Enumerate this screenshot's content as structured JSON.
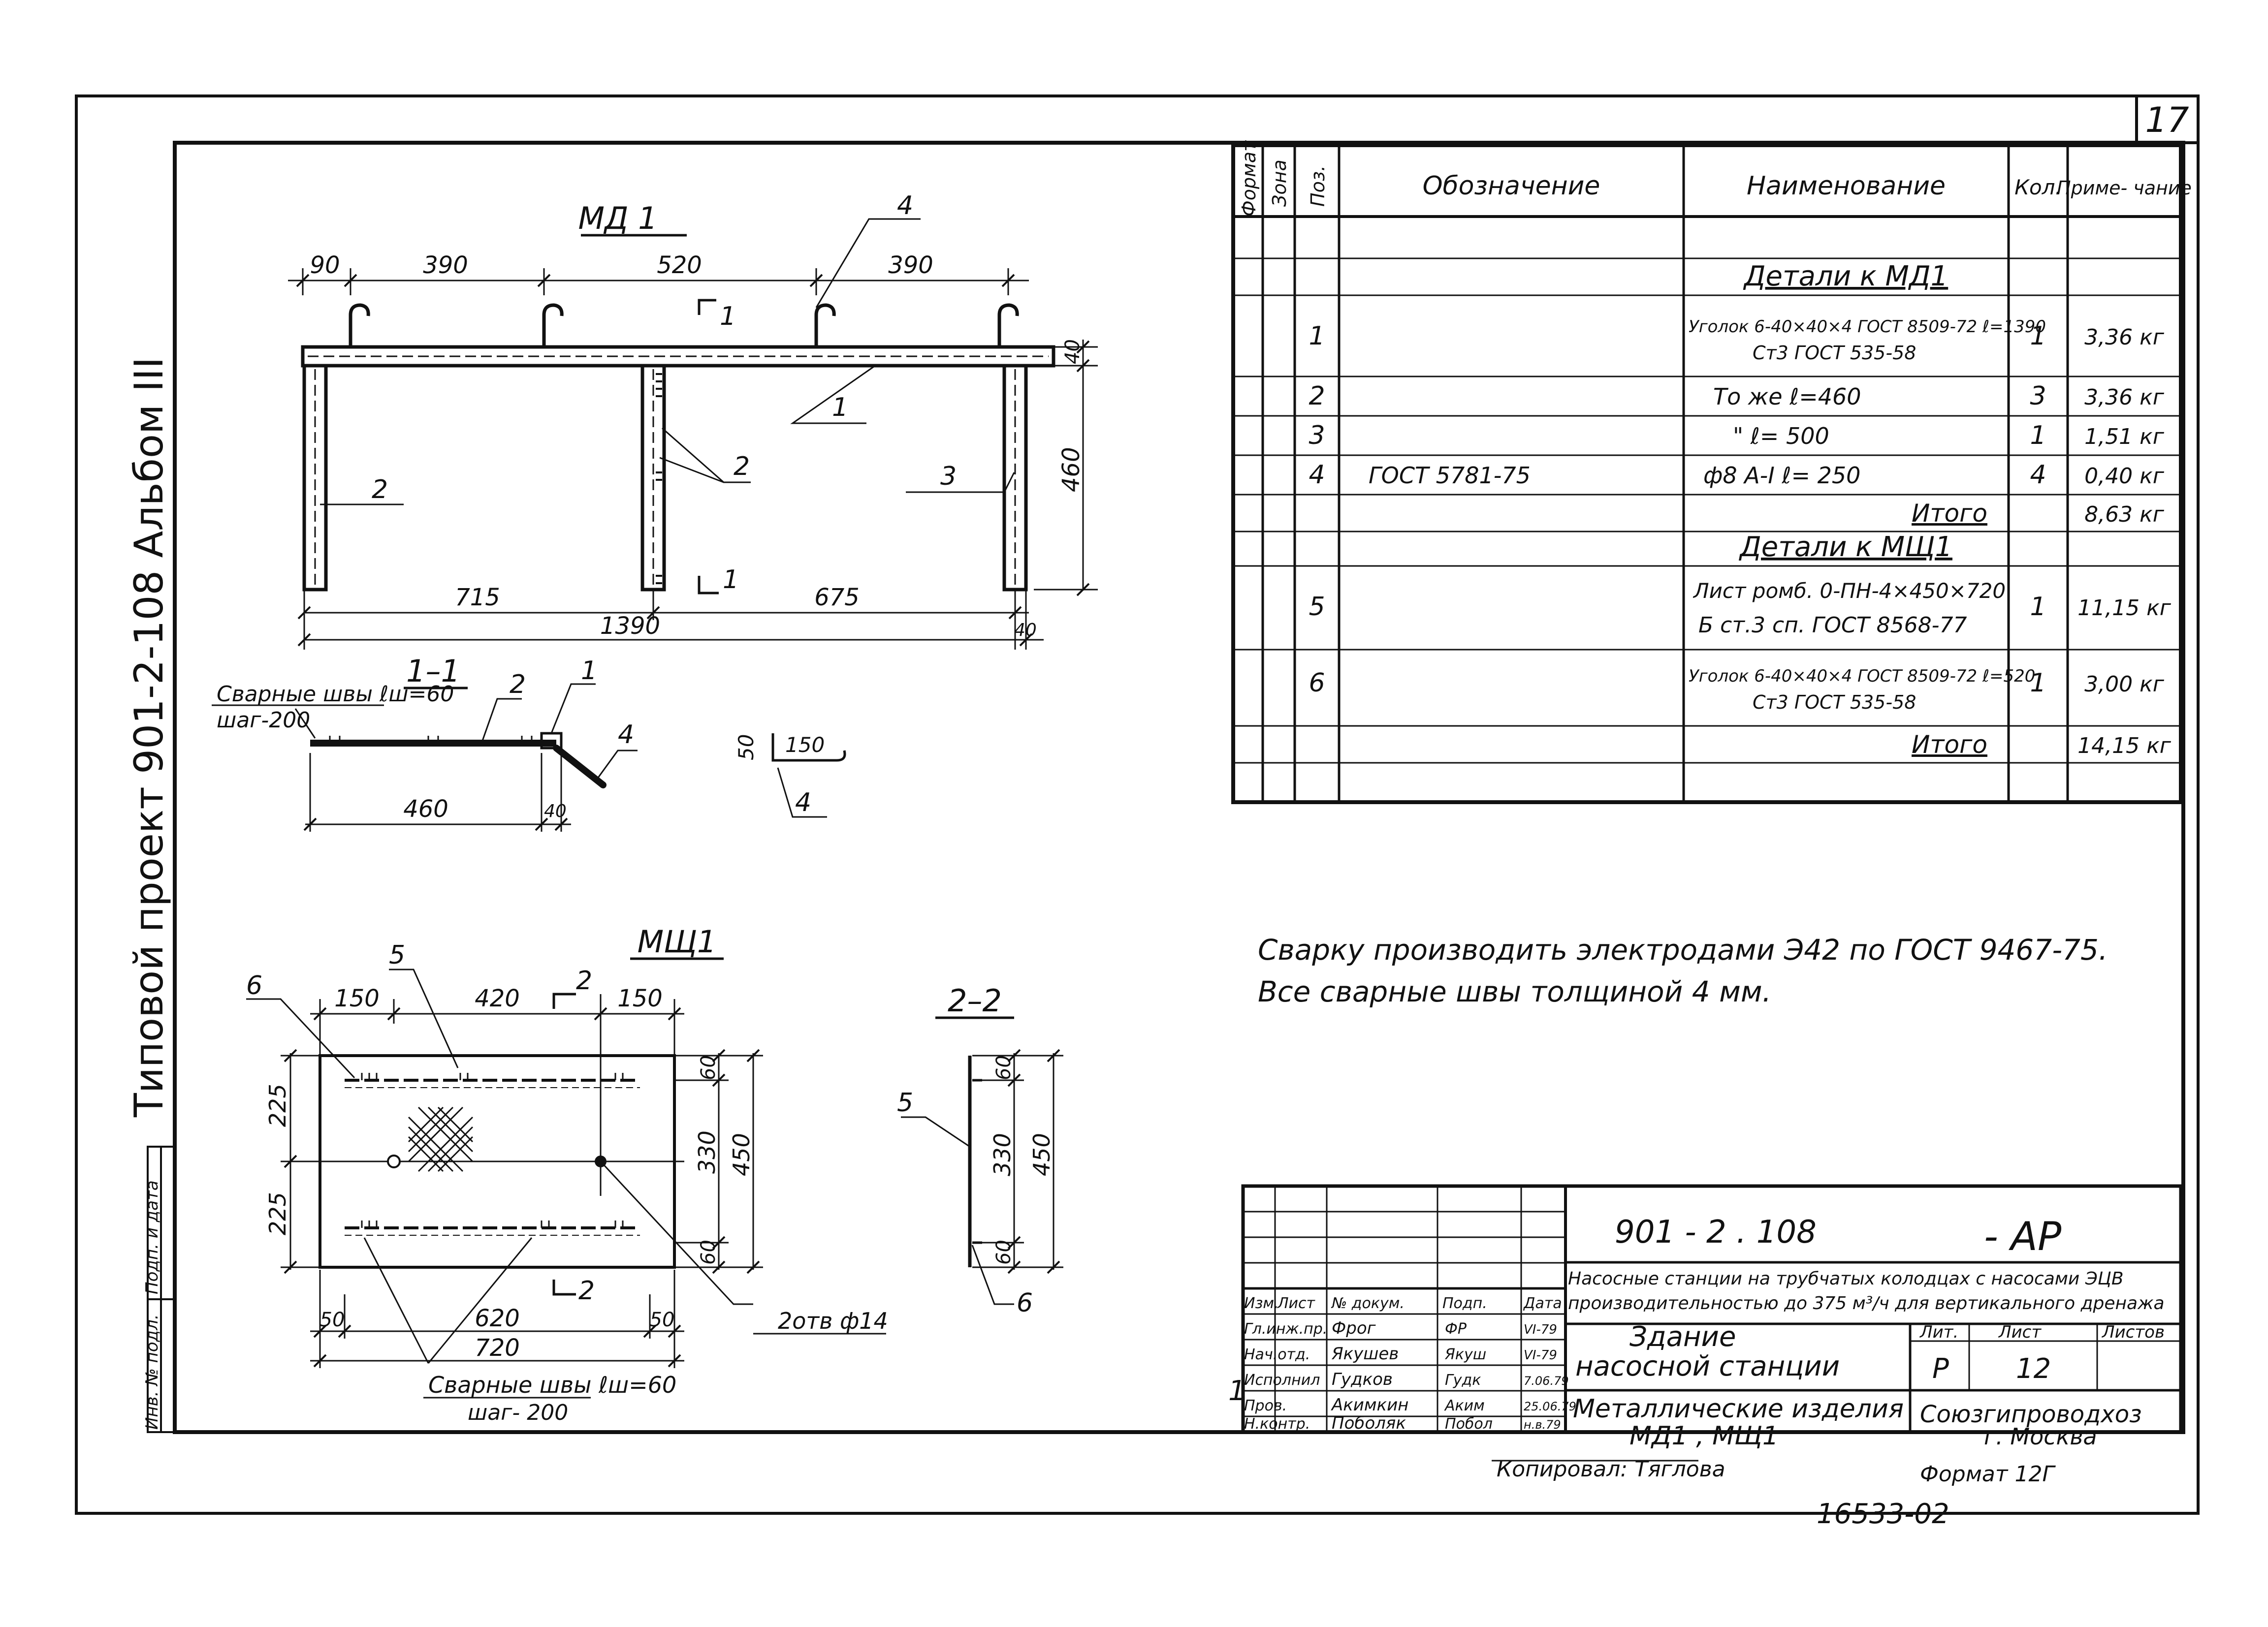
{
  "sheet": {
    "number": "17",
    "album_text": "Типовой проект 901-2-108   Альбом III"
  },
  "md1": {
    "title": "МД 1",
    "dims": {
      "d90": "90",
      "d390a": "390",
      "d520": "520",
      "d390b": "390",
      "d715": "715",
      "d675": "675",
      "d1390": "1390",
      "d40a": "40",
      "d40b": "40",
      "d460": "460"
    },
    "section_mark": "1",
    "callouts": {
      "c1": "1",
      "c2a": "2",
      "c2b": "2",
      "c3": "3",
      "c4": "4"
    }
  },
  "section11": {
    "title": "1–1",
    "weld_note": "Сварные швы ℓш=60",
    "weld_step": "шаг-200",
    "dim_460": "460",
    "dim_40": "40",
    "callouts": {
      "c1": "1",
      "c2": "2",
      "c4": "4"
    }
  },
  "hook": {
    "dim_50": "50",
    "dim_150": "150",
    "callout": "4"
  },
  "msh1": {
    "title": "МЩ1",
    "dims": {
      "d150a": "150",
      "d420": "420",
      "d150b": "150",
      "d225a": "225",
      "d225b": "225",
      "d60a": "60",
      "d330": "330",
      "d60b": "60",
      "d450": "450",
      "d50a": "50",
      "d620": "620",
      "d50b": "50",
      "d720": "720"
    },
    "section_mark": "2",
    "callouts": {
      "c5": "5",
      "c6": "6"
    },
    "holes_note": "2отв ф14",
    "weld_note": "Сварные швы ℓш=60",
    "weld_step": "шаг- 200"
  },
  "section22": {
    "title": "2–2",
    "dims": {
      "d60a": "60",
      "d330": "330",
      "d60b": "60",
      "d450": "450"
    },
    "callouts": {
      "c5": "5",
      "c6": "6"
    }
  },
  "spec": {
    "headers": [
      "Формат",
      "Зона",
      "Поз.",
      "Обозначение",
      "Наименование",
      "Кол.",
      "Приме-\nчание"
    ],
    "rows": [
      {
        "group": "Детали к МД1"
      },
      {
        "pos": "1",
        "desig": "",
        "name1": "Уголок 6-40×40×4 ГОСТ 8509-72  ℓ=1390",
        "name2": "Ст3 ГОСТ 535-58",
        "qty": "1",
        "note": "3,36 кг"
      },
      {
        "pos": "2",
        "desig": "",
        "name1": "То же          ℓ=460",
        "name2": "",
        "qty": "3",
        "note": "3,36 кг"
      },
      {
        "pos": "3",
        "desig": "",
        "name1": "\"          ℓ= 500",
        "name2": "",
        "qty": "1",
        "note": "1,51 кг"
      },
      {
        "pos": "4",
        "desig": "ГОСТ 5781-75",
        "name1": "ф8 А-I          ℓ= 250",
        "name2": "",
        "qty": "4",
        "note": "0,40 кг"
      },
      {
        "total": "Итого",
        "note": "8,63 кг"
      },
      {
        "group": "Детали к МЩ1"
      },
      {
        "pos": "5",
        "desig": "",
        "name1": "Лист ромб. 0-ПН-4×450×720",
        "name2": "Б ст.3 сп.  ГОСТ 8568-77",
        "qty": "1",
        "note": "11,15 кг"
      },
      {
        "pos": "6",
        "desig": "",
        "name1": "Уголок 6-40×40×4 ГОСТ 8509-72  ℓ=520",
        "name2": "Ст3 ГОСТ 535-58",
        "qty": "1",
        "note": "3,00 кг"
      },
      {
        "total": "Итого",
        "note": "14,15 кг"
      }
    ]
  },
  "notes": [
    "Сварку производить электродами Э42 по ГОСТ 9467-75.",
    "Все сварные швы толщиной 4 мм."
  ],
  "title_block": {
    "code": "901 - 2 . 108",
    "suffix": "- АР",
    "project_desc_1": "Насосные станции на трубчатых колодцах с насосами ЭЦВ",
    "project_desc_2": "производительностью до 375 м³/ч для вертикального дренажа",
    "building_1": "Здание",
    "building_2": "насосной станции",
    "lit_label": "Лит.",
    "sheet_label": "Лист",
    "sheets_label": "Листов",
    "lit_value": "Р",
    "sheet_value": "12",
    "sheet_title_1": "Металлические изделия",
    "sheet_title_2": "МД1 , МЩ1",
    "org_1": "Союзгипроводхоз",
    "org_2": "г. Москва",
    "rev_headers": [
      "Изм.",
      "Лист",
      "№ докум.",
      "Подп.",
      "Дата"
    ],
    "staff": [
      {
        "role": "Гл.инж.пр.",
        "name": "Фрог",
        "sign": "ФР",
        "date": "VI-79"
      },
      {
        "role": "Нач.отд.",
        "name": "Якушев",
        "sign": "Якуш",
        "date": "VI-79"
      },
      {
        "role": "Исполнил",
        "name": "Гудков",
        "sign": "Гудк",
        "date": "7.06.79"
      },
      {
        "role": "Пров.",
        "name": "Акимкин",
        "sign": "Аким",
        "date": "25.06.79"
      },
      {
        "role": "Н.контр.",
        "name": "Поболяк",
        "sign": "Побол",
        "date": "н.в.79"
      }
    ],
    "margin_mark": "1",
    "copied": "Копировал: Тяглова",
    "format": "Формат 12Г",
    "stamp": "16533-02"
  },
  "side_stamp": [
    "Инв. № подл.",
    "Подп. и дата"
  ]
}
